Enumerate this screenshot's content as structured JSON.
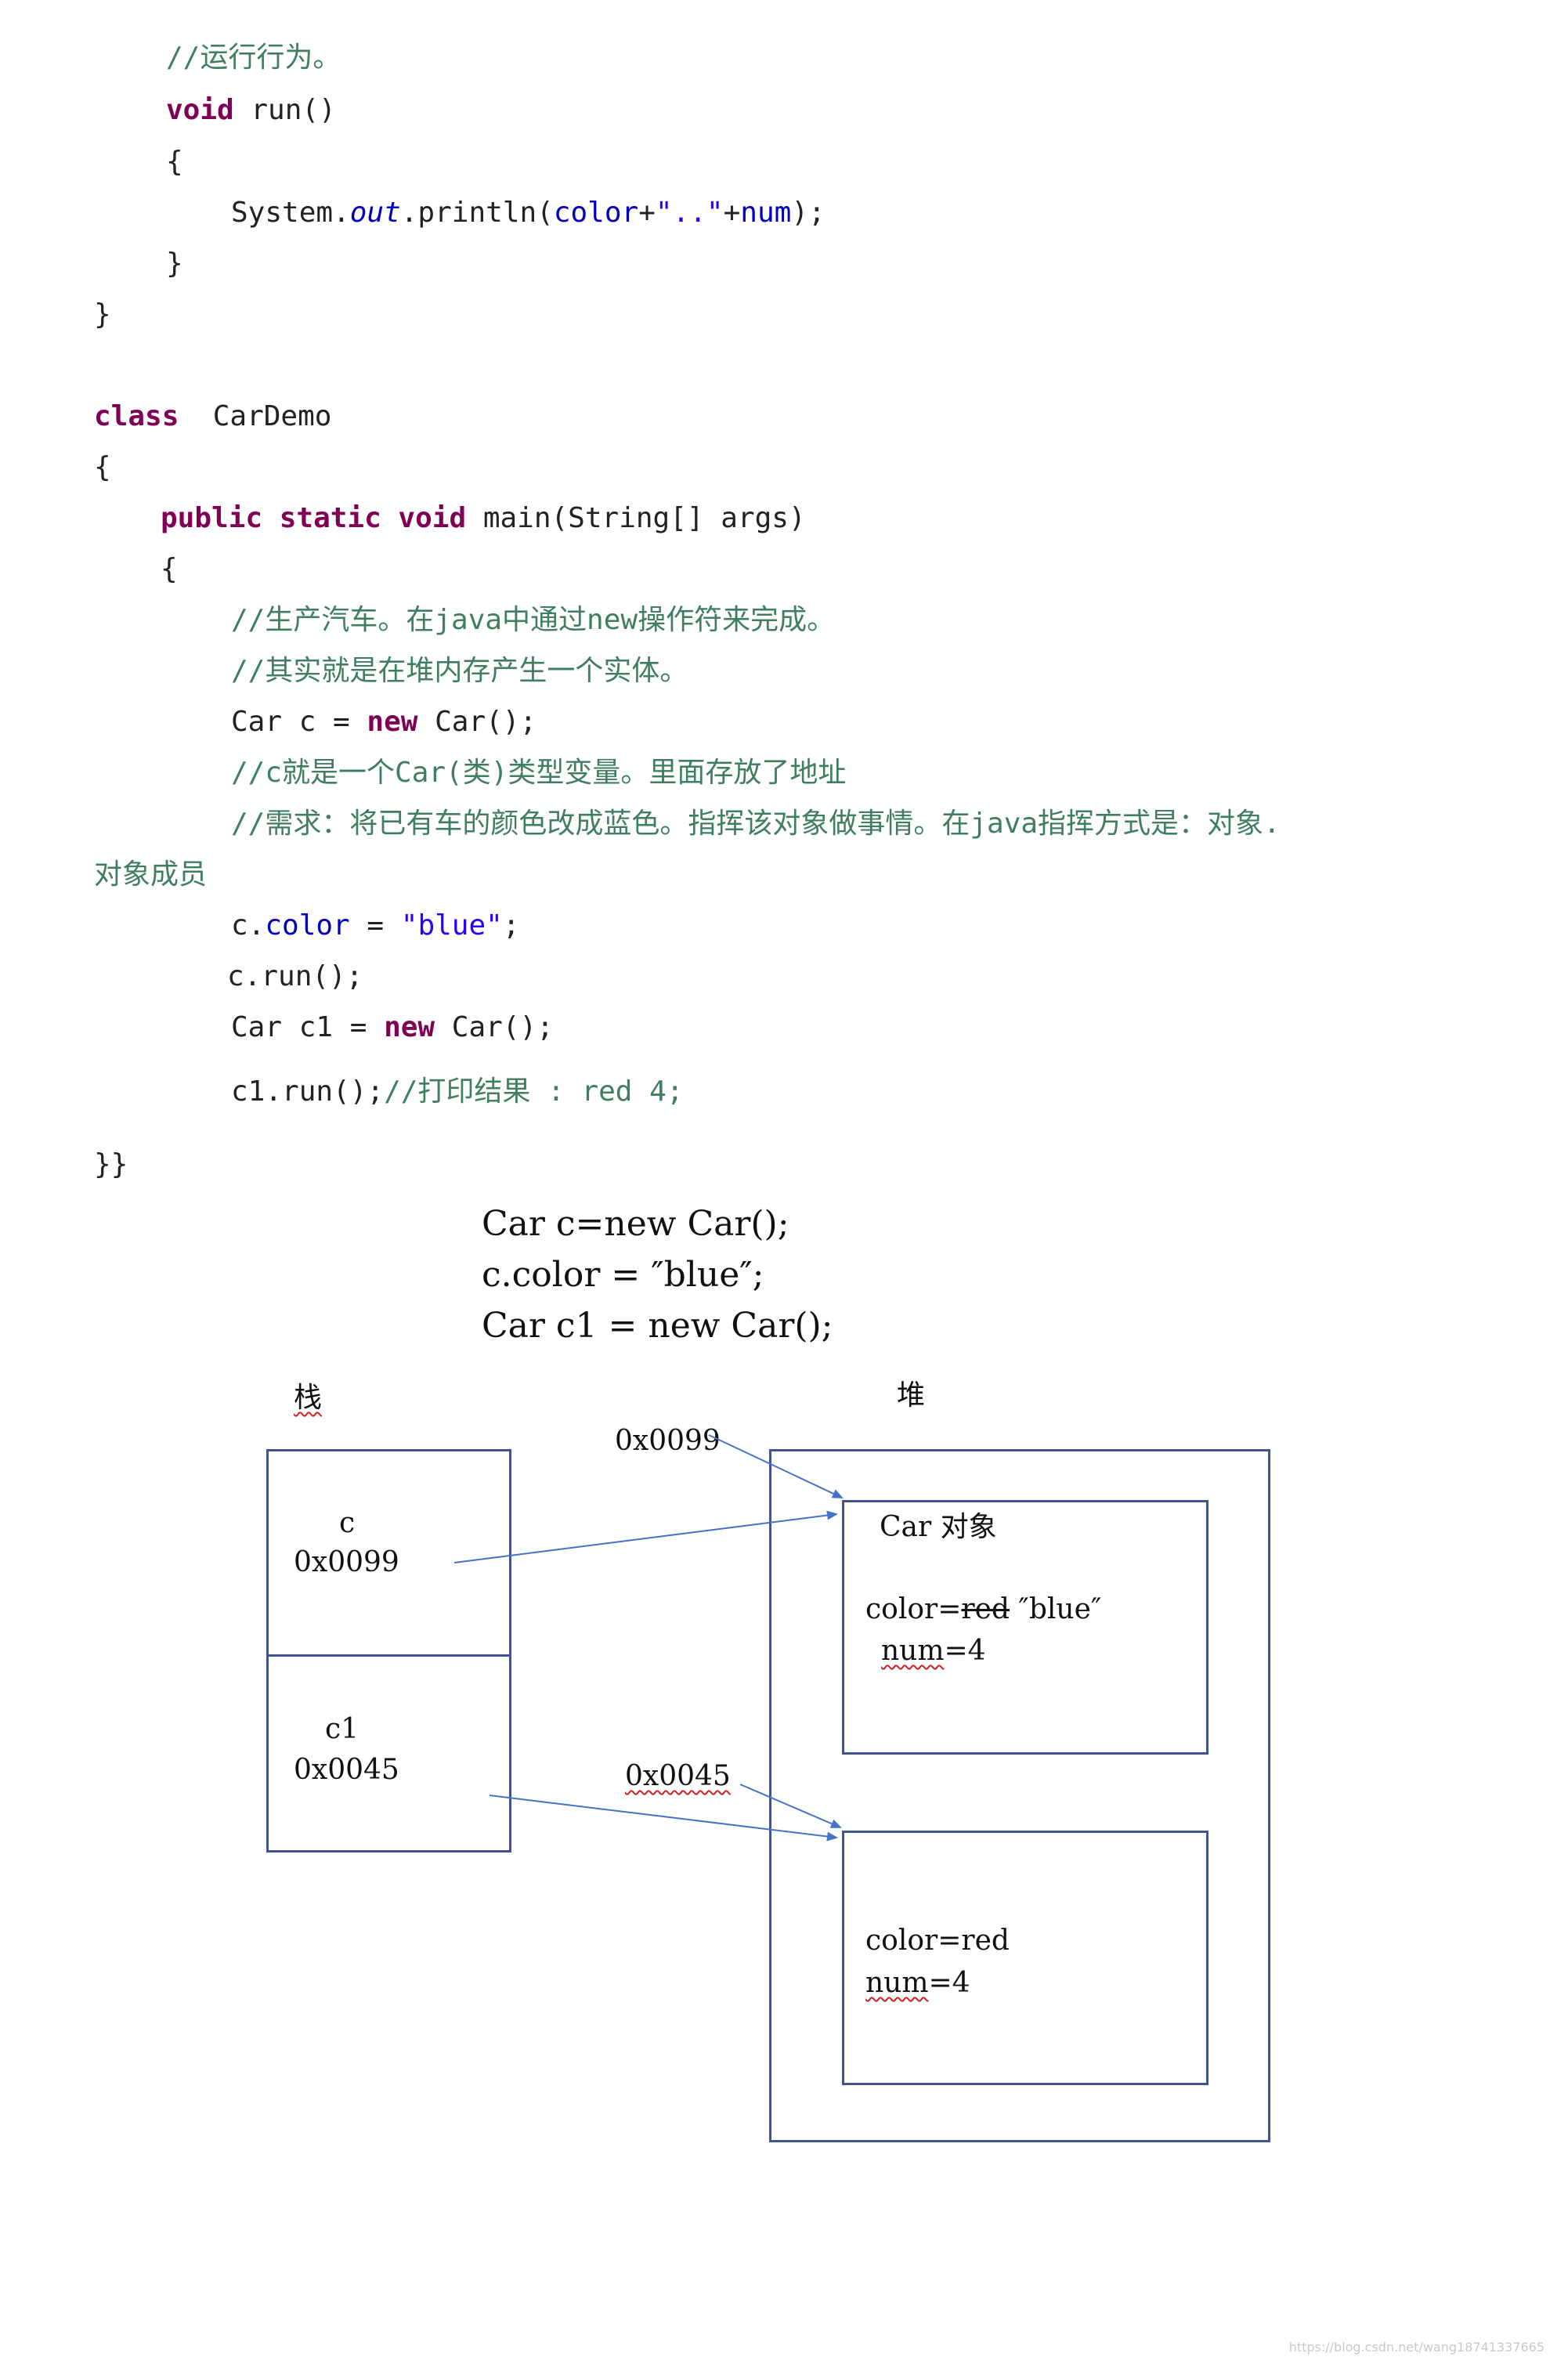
{
  "code": {
    "l1": "//运行行为。",
    "l2_kw": "void",
    "l2_rest": " run()",
    "l3": "{",
    "l4_a": "System.",
    "l4_out": "out",
    "l4_b": ".println(",
    "l4_color": "color",
    "l4_c": "+",
    "l4_str": "\"..\"",
    "l4_d": "+",
    "l4_num": "num",
    "l4_e": ");",
    "l5": "}",
    "l6": "}",
    "l7_kw": "class",
    "l7_rest": "  CarDemo",
    "l8": "{",
    "l9_kw": "public static void",
    "l9_rest": " main(String[] args)",
    "l10": "{",
    "l11": "//生产汽车。在java中通过new操作符来完成。",
    "l12": "//其实就是在堆内存产生一个实体。",
    "l13_a": "Car c = ",
    "l13_kw": "new",
    "l13_b": " Car();",
    "l14": "//c就是一个Car(类)类型变量。里面存放了地址",
    "l15": "//需求：将已有车的颜色改成蓝色。指挥该对象做事情。在java指挥方式是：对象.",
    "l16": "对象成员",
    "l17_a": "c.",
    "l17_field": "color",
    "l17_b": " = ",
    "l17_str": "\"blue\"",
    "l17_c": ";",
    "l18": "c.run();",
    "l19_a": "Car c1 = ",
    "l19_kw": "new",
    "l19_b": " Car();",
    "l20_a": "c1.run();",
    "l20_cm": "//打印结果 : red 4;",
    "l21": "}}"
  },
  "snippet": {
    "line1": "Car c=new Car();",
    "line2": "c.color = ″blue″;",
    "line3": "Car c1 = new Car();"
  },
  "diagram": {
    "stack_title": "栈",
    "heap_title": "堆",
    "var_c": "c",
    "addr_c": "0x0099",
    "var_c1": "c1",
    "addr_c1": "0x0045",
    "addr_top": "0x0099",
    "addr_mid": "0x0045",
    "obj1_title": "Car 对象",
    "obj1_color_key": "color=",
    "obj1_color_old": "red",
    "obj1_color_new": " ″blue″",
    "obj1_num_key": "num",
    "obj1_num_val": "=4",
    "obj2_color": "color=red",
    "obj2_num_key": "num",
    "obj2_num_val": "=4",
    "line_color": "#41548f",
    "arrow_color": "#4472c4"
  },
  "watermark": "https://blog.csdn.net/wang18741337665"
}
